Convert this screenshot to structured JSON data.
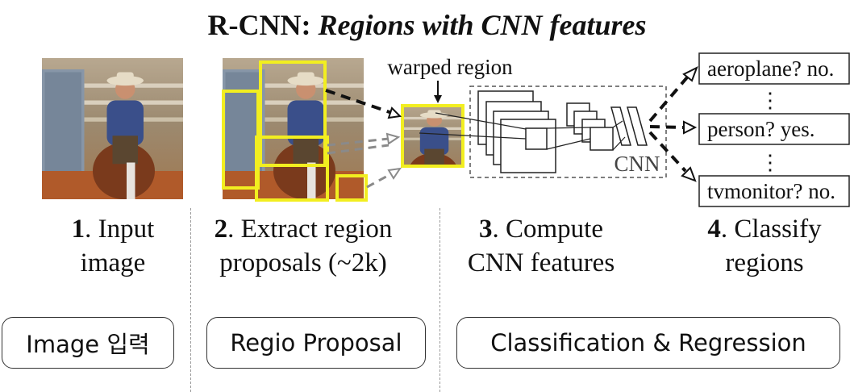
{
  "title": {
    "prefix": "R-CNN: ",
    "italic": "Regions with CNN features"
  },
  "warped_label": "warped region",
  "cnn_label": "CNN",
  "classes": [
    {
      "label": "aeroplane? no."
    },
    {
      "label": "person? yes."
    },
    {
      "label": "tvmonitor? no."
    }
  ],
  "ellipsis": "⋮",
  "steps": [
    {
      "num": "1",
      "line1": ". Input",
      "line2": "image"
    },
    {
      "num": "2",
      "line1": ". Extract region",
      "line2": "proposals (~2k)"
    },
    {
      "num": "3",
      "line1": ". Compute",
      "line2": "CNN features"
    },
    {
      "num": "4",
      "line1": ". Classify",
      "line2": "regions"
    }
  ],
  "pills": [
    {
      "label": "Image 입력"
    },
    {
      "label": "Regio Proposal"
    },
    {
      "label": "Classification &  Regression"
    }
  ],
  "colors": {
    "proposal_box": "#f2ee20",
    "arrow_dark": "#111111",
    "arrow_gray": "#8a8a8a",
    "dashed_box": "#555555"
  }
}
